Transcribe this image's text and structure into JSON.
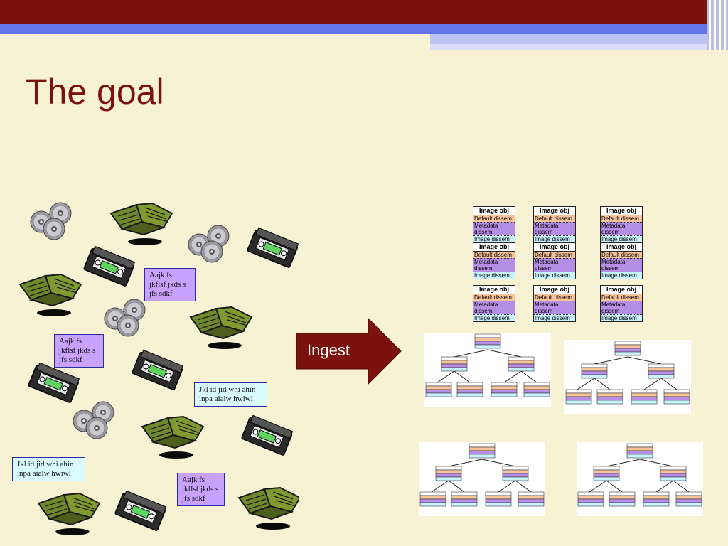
{
  "slide": {
    "title": "The goal",
    "notes": [
      {
        "text": "Aajk fs jkflsf jkds s jfs sdkf",
        "style": "purple"
      },
      {
        "text": "Aajk fs jkflsf jkds s jfs sdkf",
        "style": "purple"
      },
      {
        "text": "Jkl id jid  whi ahin inpa aialw hwiwl",
        "style": "cyan"
      },
      {
        "text": "Jkl id jid  whi ahin inpa aialw hwiwl",
        "style": "cyan"
      },
      {
        "text": "Aajk fs jkflsf jkds s jfs sdkf",
        "style": "purple"
      }
    ],
    "arrow_label": "Ingest",
    "card": {
      "header": "Image obj",
      "row1": "Default dissem",
      "row2": "Metadata dissem",
      "row3": "Image dissem"
    }
  },
  "colors": {
    "title": "#7b120c",
    "header_red": "#7b120c",
    "header_blue": "#6473e6",
    "background": "#f8f2d5",
    "book_green": "#6f8a2a",
    "arrow": "#7b120c"
  },
  "icons": [
    "cd-stack-icon",
    "book-icon",
    "videotape-icon"
  ]
}
